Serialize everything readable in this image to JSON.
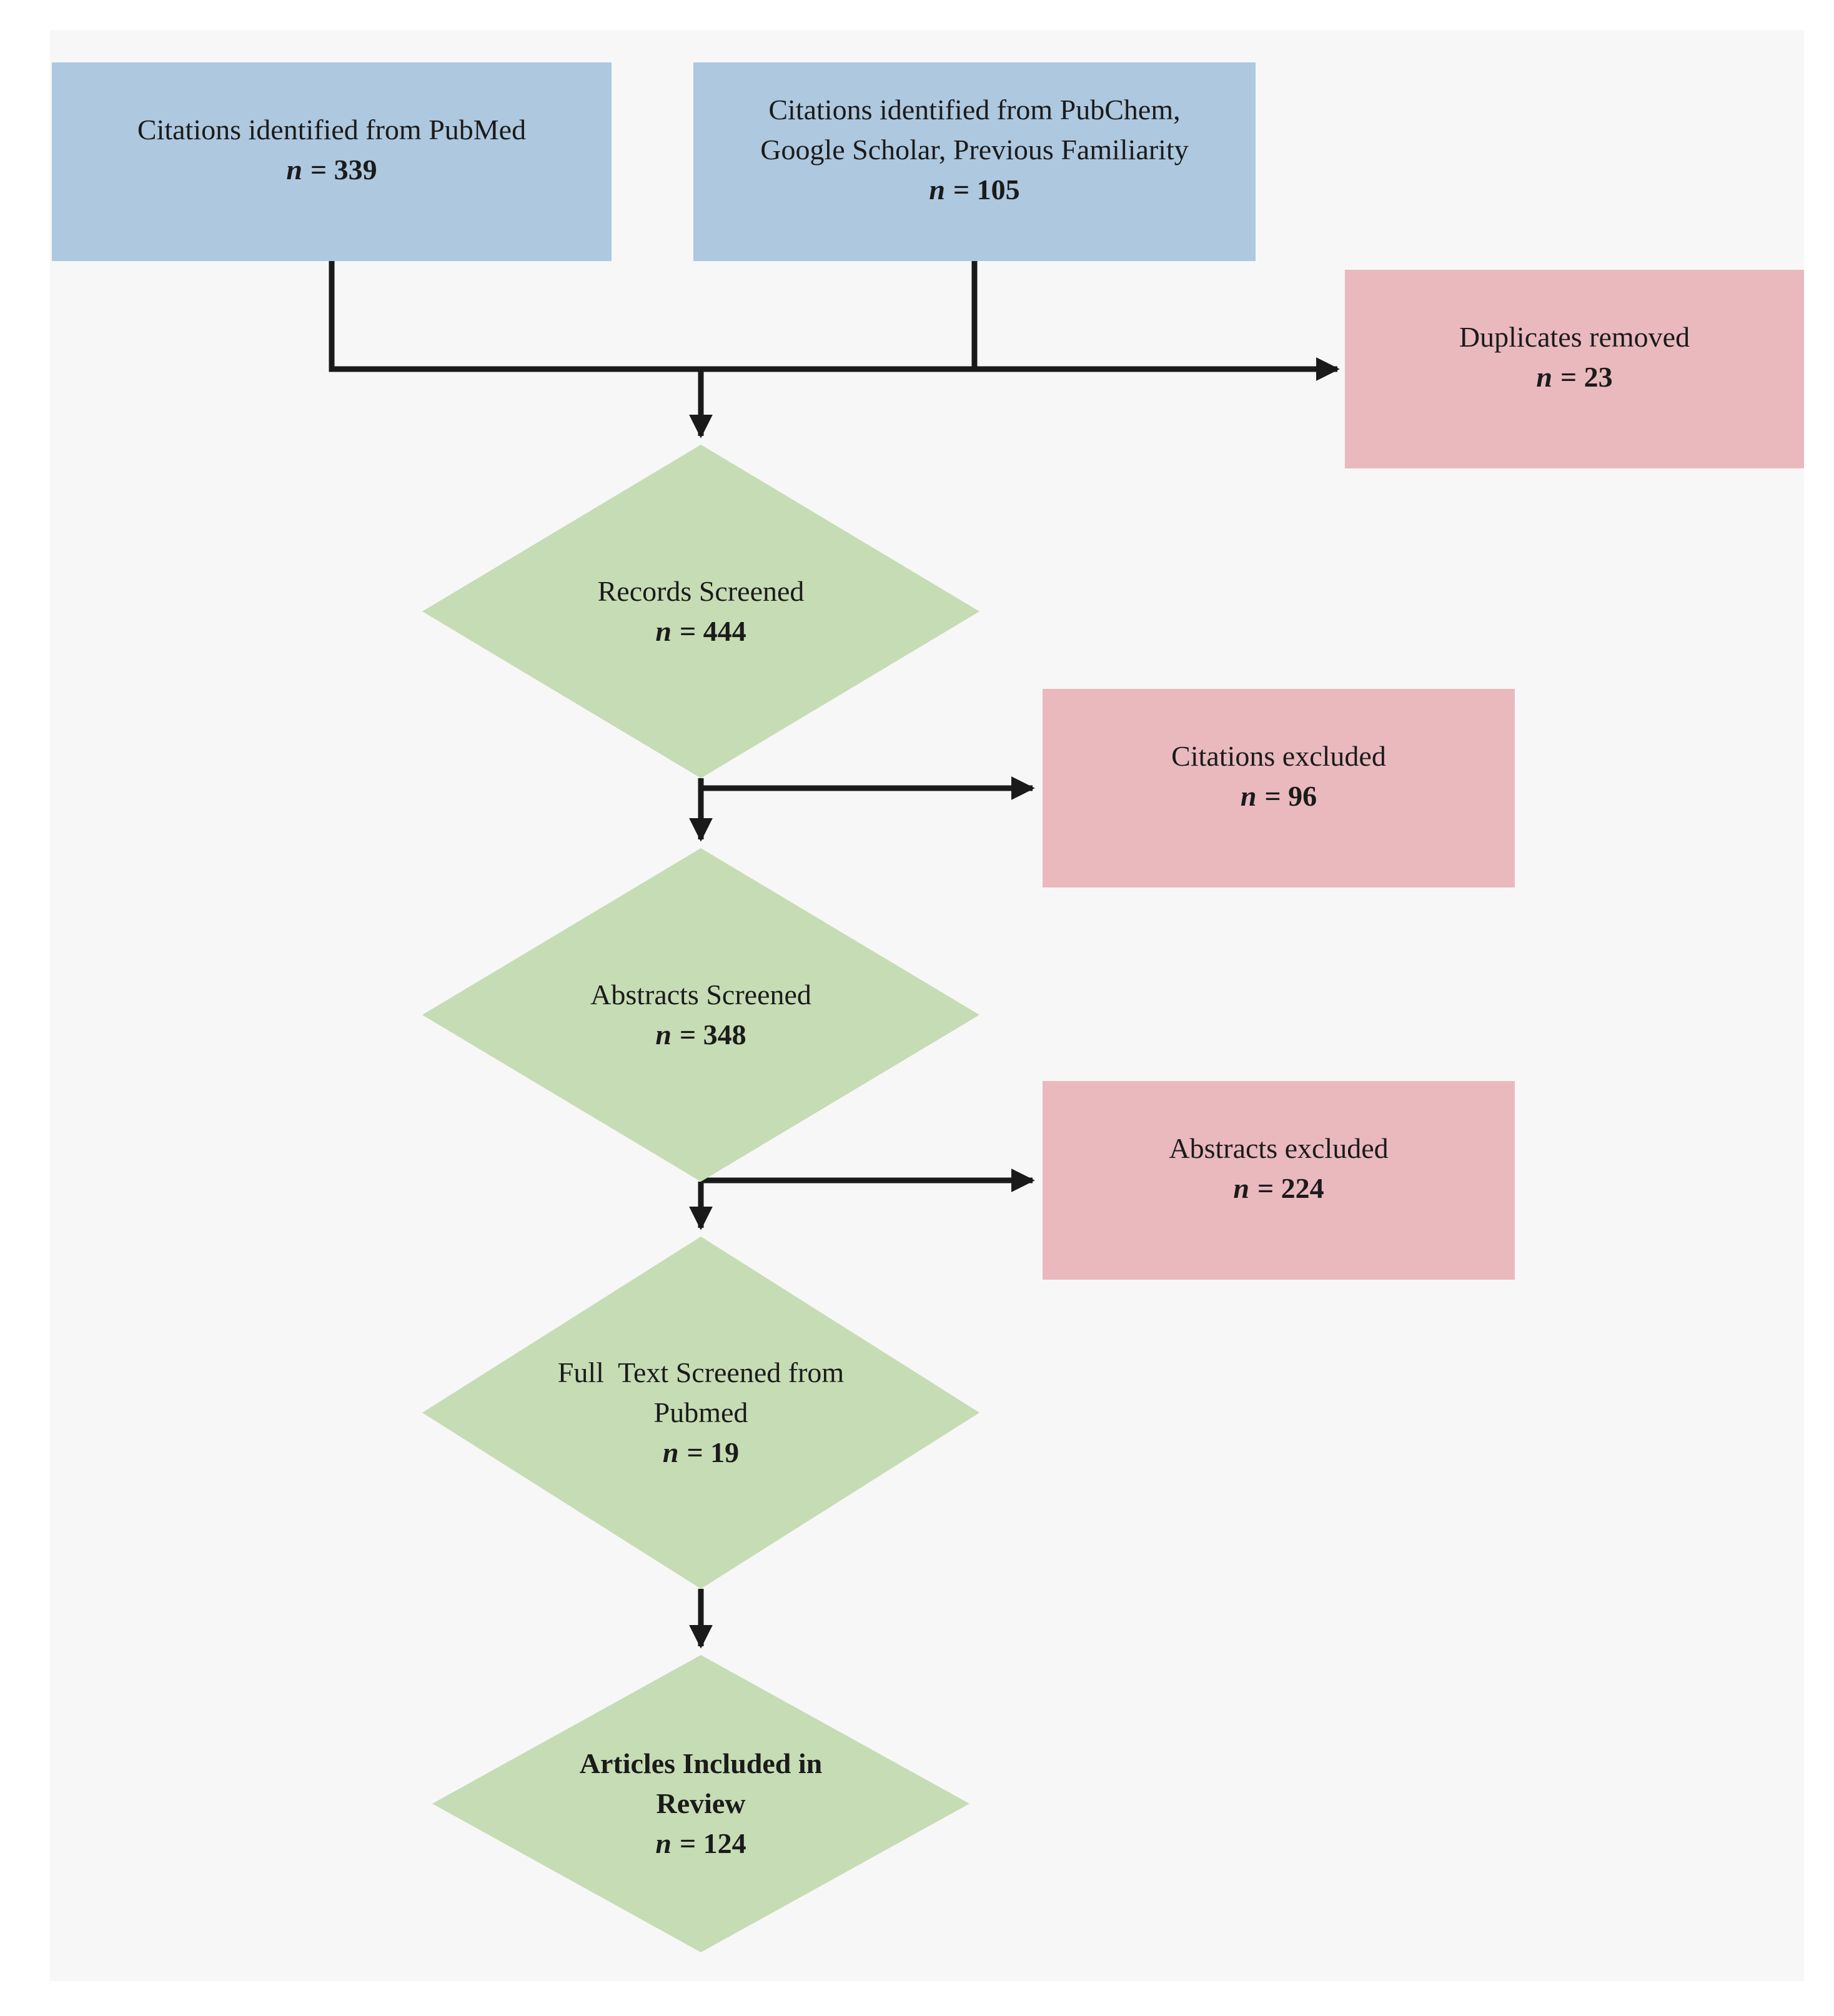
{
  "figure": {
    "type": "flow-diagram",
    "description": "Citation screening flow diagram (PRISMA-style)",
    "background_color": "#f7f7f8",
    "line_color": "#1a1a1a",
    "box_colors": {
      "source_blue": "#adc8df",
      "excluded_pink": "#e9b9be",
      "screening_green": "#c6dcb4"
    }
  },
  "nodes": {
    "citations_pubmed": {
      "shape": "rect",
      "label_lines": [
        "Citations identified from PubMed"
      ],
      "n_label": "n",
      "n_value": "= 339",
      "fill": "#adc8df"
    },
    "citations_other": {
      "shape": "rect",
      "label_lines": [
        "Citations identified from PubChem,",
        "Google Scholar, Previous Familiarity"
      ],
      "n_label": "n",
      "n_value": "= 105",
      "fill": "#adc8df"
    },
    "duplicates_removed": {
      "shape": "rect",
      "label_lines": [
        "Duplicates removed"
      ],
      "n_label": "n",
      "n_value": "= 23",
      "fill": "#e9b9be"
    },
    "records_screened": {
      "shape": "diamond",
      "label_lines": [
        "Records Screened"
      ],
      "n_label": "n",
      "n_value": "= 444",
      "fill": "#c6dcb4"
    },
    "citations_excluded": {
      "shape": "rect",
      "label_lines": [
        "Citations excluded"
      ],
      "n_label": "n",
      "n_value": "= 96",
      "fill": "#e9b9be"
    },
    "abstracts_screened": {
      "shape": "diamond",
      "label_lines": [
        "Abstracts Screened"
      ],
      "n_label": "n",
      "n_value": "= 348",
      "fill": "#c6dcb4"
    },
    "abstracts_excluded": {
      "shape": "rect",
      "label_lines": [
        "Abstracts excluded"
      ],
      "n_label": "n",
      "n_value": "= 224",
      "fill": "#e9b9be"
    },
    "fulltext_screened": {
      "shape": "diamond",
      "label_lines": [
        "Full  Text Screened from",
        "Pubmed"
      ],
      "n_label": "n",
      "n_value": "= 19",
      "fill": "#c6dcb4"
    },
    "articles_included": {
      "shape": "diamond",
      "label_lines": [
        "Articles Included in",
        "Review"
      ],
      "n_label": "n",
      "n_value": "= 124",
      "fill": "#c6dcb4"
    }
  },
  "flow": {
    "edges": [
      {
        "from": "citations_pubmed",
        "to": "records_screened"
      },
      {
        "from": "citations_other",
        "to": "records_screened"
      },
      {
        "from": "merged_citations",
        "to": "duplicates_removed"
      },
      {
        "from": "records_screened",
        "to": "abstracts_screened"
      },
      {
        "from": "records_screened",
        "to": "citations_excluded"
      },
      {
        "from": "abstracts_screened",
        "to": "fulltext_screened"
      },
      {
        "from": "abstracts_screened",
        "to": "abstracts_excluded"
      },
      {
        "from": "fulltext_screened",
        "to": "articles_included"
      }
    ]
  }
}
